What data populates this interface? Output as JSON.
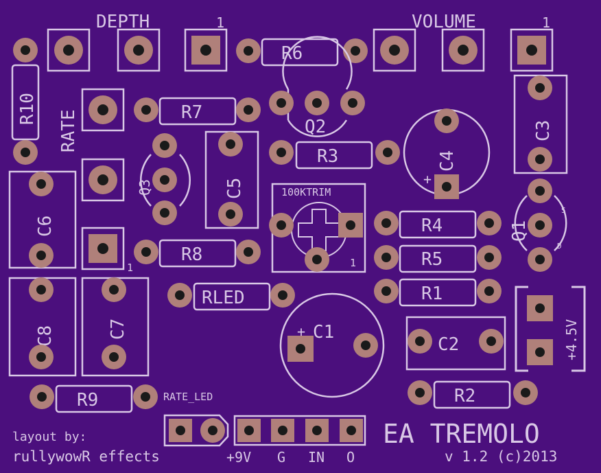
{
  "board": {
    "title": "EA TREMOLO",
    "version": "v 1.2 (c)2013",
    "credit_line1": "layout by:",
    "credit_line2": "rullywowR effects"
  },
  "colors": {
    "substrate": "#4b0f7d",
    "silkscreen": "#d9c8e6",
    "copper": "#b0807a",
    "pad_ring": "#b0807a",
    "hole": "#1a1a1a"
  },
  "labels": {
    "depth": "DEPTH",
    "volume": "VOLUME",
    "rate": "RATE",
    "pin1": "1",
    "r1": "R1",
    "r2": "R2",
    "r3": "R3",
    "r4": "R4",
    "r5": "R5",
    "r6": "R6",
    "r7": "R7",
    "r8": "R8",
    "r9": "R9",
    "r10": "R10",
    "rled": "RLED",
    "c1": "C1",
    "c2": "C2",
    "c3": "C3",
    "c4": "C4",
    "c5": "C5",
    "c6": "C6",
    "c7": "C7",
    "c8": "C8",
    "q1": "Q1",
    "q2": "Q2",
    "q3": "Q3",
    "q1_s": "S",
    "q1_d": "D",
    "trim": "100KTRIM",
    "rate_led": "RATE_LED",
    "supply": "+4.5V",
    "plus": "+",
    "header_9v": "+9V",
    "header_g": "G",
    "header_in": "IN",
    "header_o": "O"
  }
}
